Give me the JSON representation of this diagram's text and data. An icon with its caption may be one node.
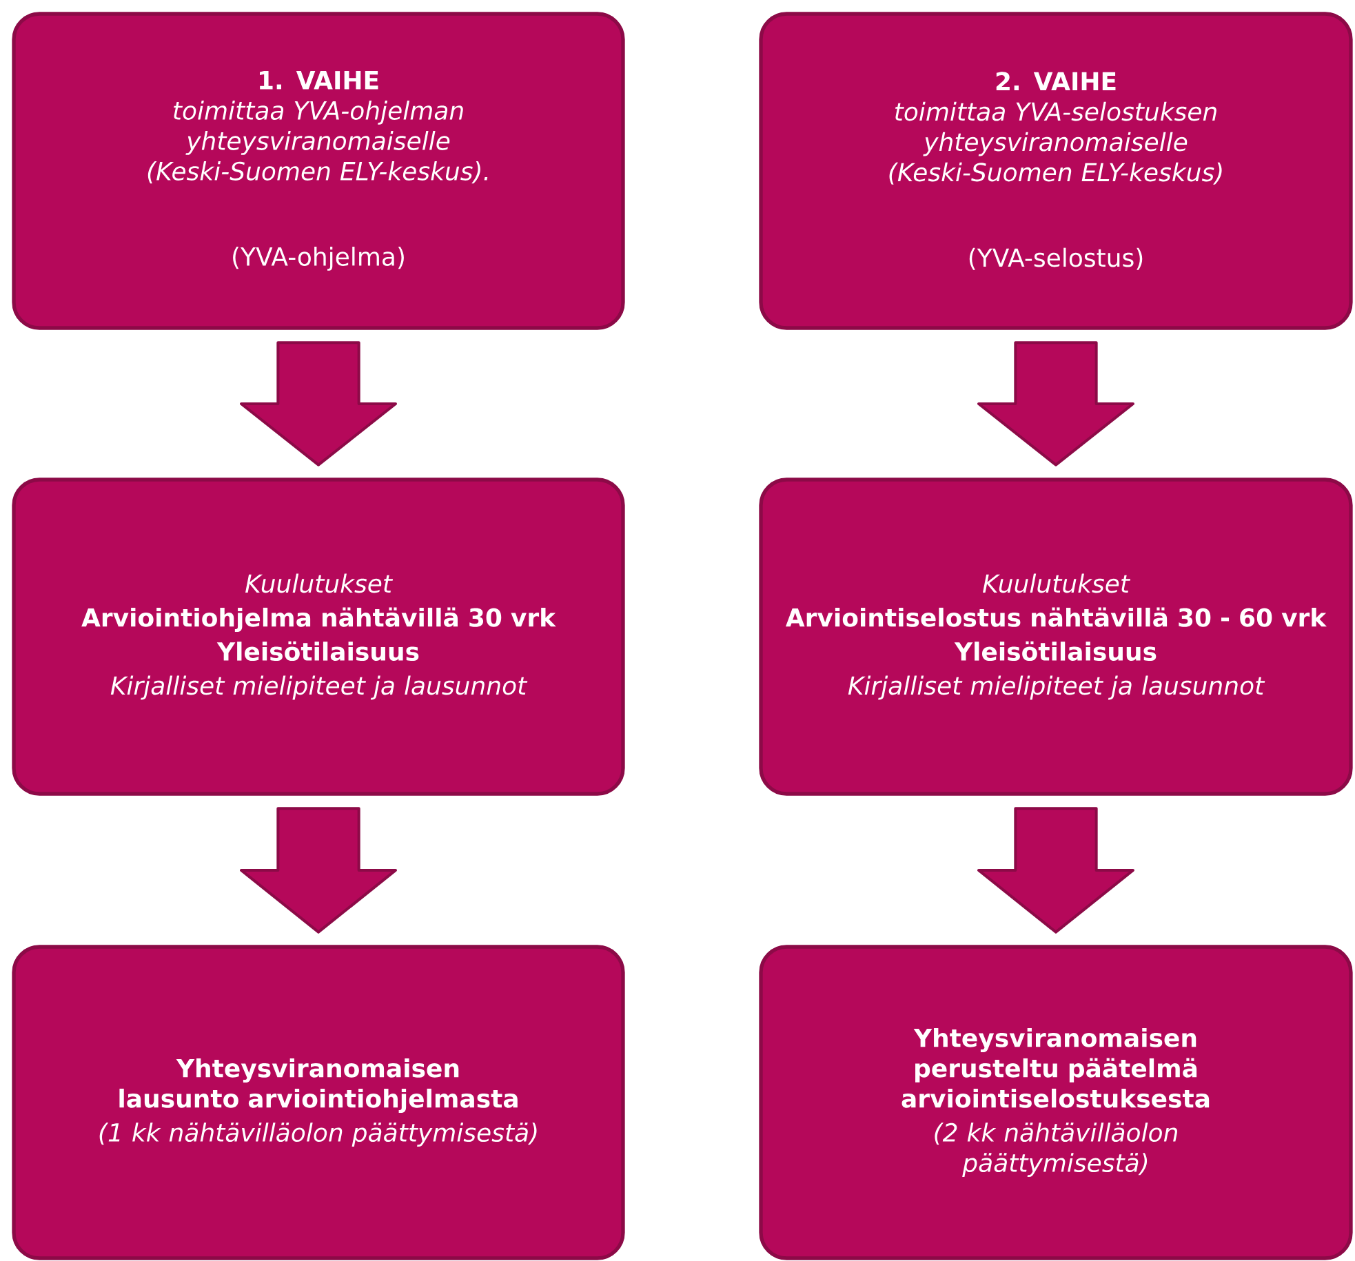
{
  "diagram": {
    "nodes": [
      {
        "text": [
          "1. VAIHE",
          "toimittaa YVA-ohjelman yhteysviranomaiselle (Keski-Suomen ELY-keskus).",
          "(YVA-ohjelma)"
        ]
      },
      {
        "text": [
          "2. VAIHE",
          "toimittaa YVA-selostuksen yhteysviranomaiselle (Keski-Suomen ELY-keskus)",
          "(YVA-selostus)"
        ]
      },
      {
        "text": [
          "Kuulutukset",
          "Arviointiohjelma nähtävillä 30 vrk",
          "Yleisötilaisuus",
          "Kirjalliset mielipiteet ja lausunnot"
        ]
      },
      {
        "text": [
          "Kuulutukset",
          "Arviointiselostus nähtävillä  30 - 60 vrk",
          "Yleisötilaisuus",
          "Kirjalliset mielipiteet ja lausunnot"
        ]
      },
      {
        "text": [
          "Yhteysviranomaisen lausunto arviointiohjelmasta",
          "(1 kk nähtävilläolon päättymisestä)"
        ]
      },
      {
        "text": [
          "Yhteysviranomaisen perusteltu päätelmä arviointiselostuksesta",
          "(2 kk nähtävilläolon päättymisestä)"
        ]
      }
    ],
    "edges": [
      {
        "from": 0,
        "to": 2,
        "arrow": "to"
      },
      {
        "from": 1,
        "to": 3,
        "arrow": "to"
      },
      {
        "from": 2,
        "to": 4,
        "arrow": "to"
      },
      {
        "from": 3,
        "to": 5,
        "arrow": "to"
      }
    ]
  }
}
